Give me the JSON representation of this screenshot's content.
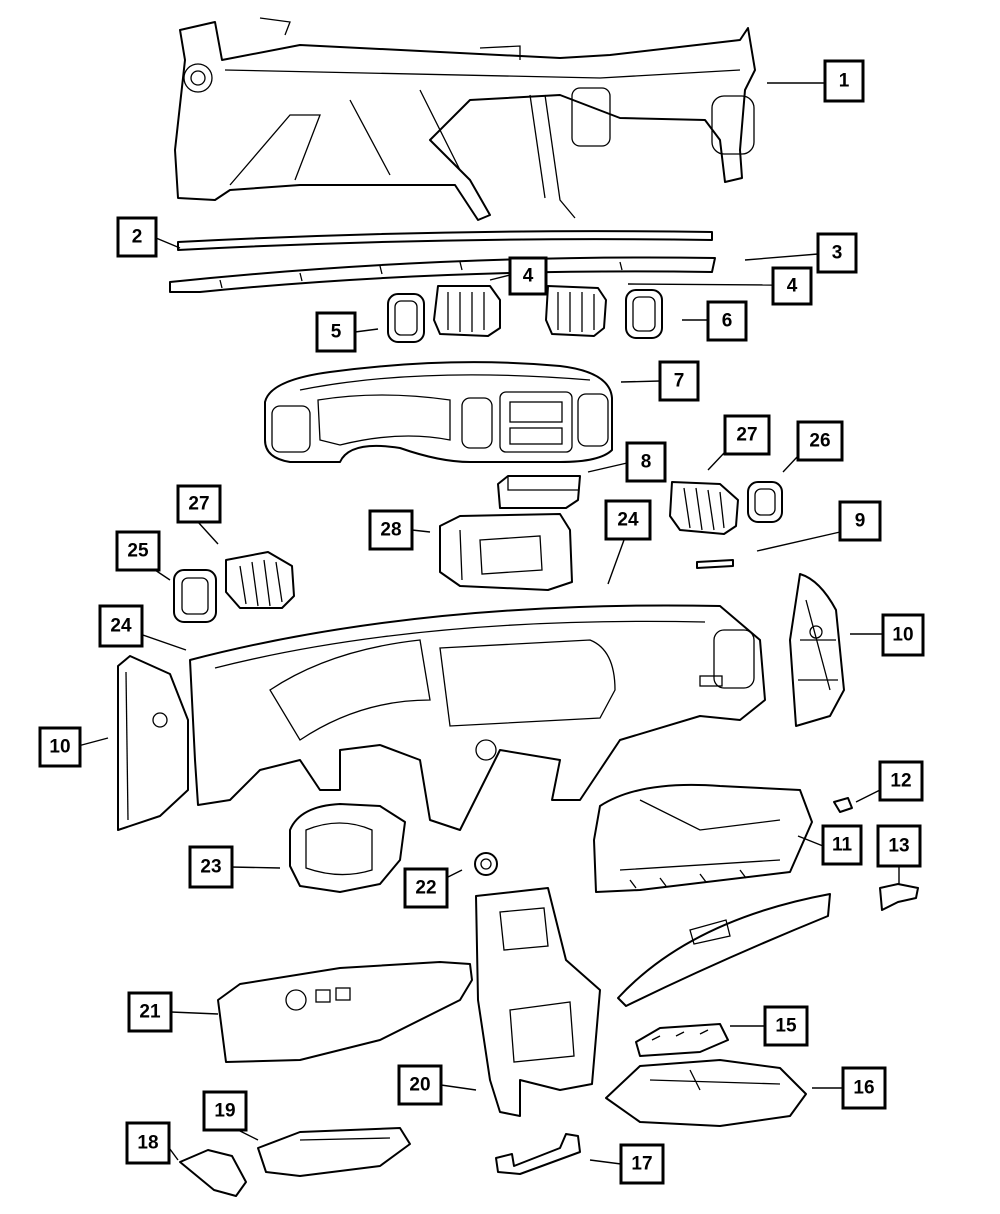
{
  "callouts": [
    {
      "id": "c1",
      "label": "1"
    },
    {
      "id": "c2",
      "label": "2"
    },
    {
      "id": "c3",
      "label": "3"
    },
    {
      "id": "c4a",
      "label": "4"
    },
    {
      "id": "c4b",
      "label": "4"
    },
    {
      "id": "c5",
      "label": "5"
    },
    {
      "id": "c6",
      "label": "6"
    },
    {
      "id": "c7",
      "label": "7"
    },
    {
      "id": "c8",
      "label": "8"
    },
    {
      "id": "c27a",
      "label": "27"
    },
    {
      "id": "c26",
      "label": "26"
    },
    {
      "id": "c9",
      "label": "9"
    },
    {
      "id": "c27b",
      "label": "27"
    },
    {
      "id": "c25",
      "label": "25"
    },
    {
      "id": "c28",
      "label": "28"
    },
    {
      "id": "c24a",
      "label": "24"
    },
    {
      "id": "c24b",
      "label": "24"
    },
    {
      "id": "c10a",
      "label": "10"
    },
    {
      "id": "c10b",
      "label": "10"
    },
    {
      "id": "c12",
      "label": "12"
    },
    {
      "id": "c11",
      "label": "11"
    },
    {
      "id": "c13",
      "label": "13"
    },
    {
      "id": "c23",
      "label": "23"
    },
    {
      "id": "c22",
      "label": "22"
    },
    {
      "id": "c21",
      "label": "21"
    },
    {
      "id": "c15",
      "label": "15"
    },
    {
      "id": "c20",
      "label": "20"
    },
    {
      "id": "c16",
      "label": "16"
    },
    {
      "id": "c19",
      "label": "19"
    },
    {
      "id": "c18",
      "label": "18"
    },
    {
      "id": "c17",
      "label": "17"
    }
  ]
}
